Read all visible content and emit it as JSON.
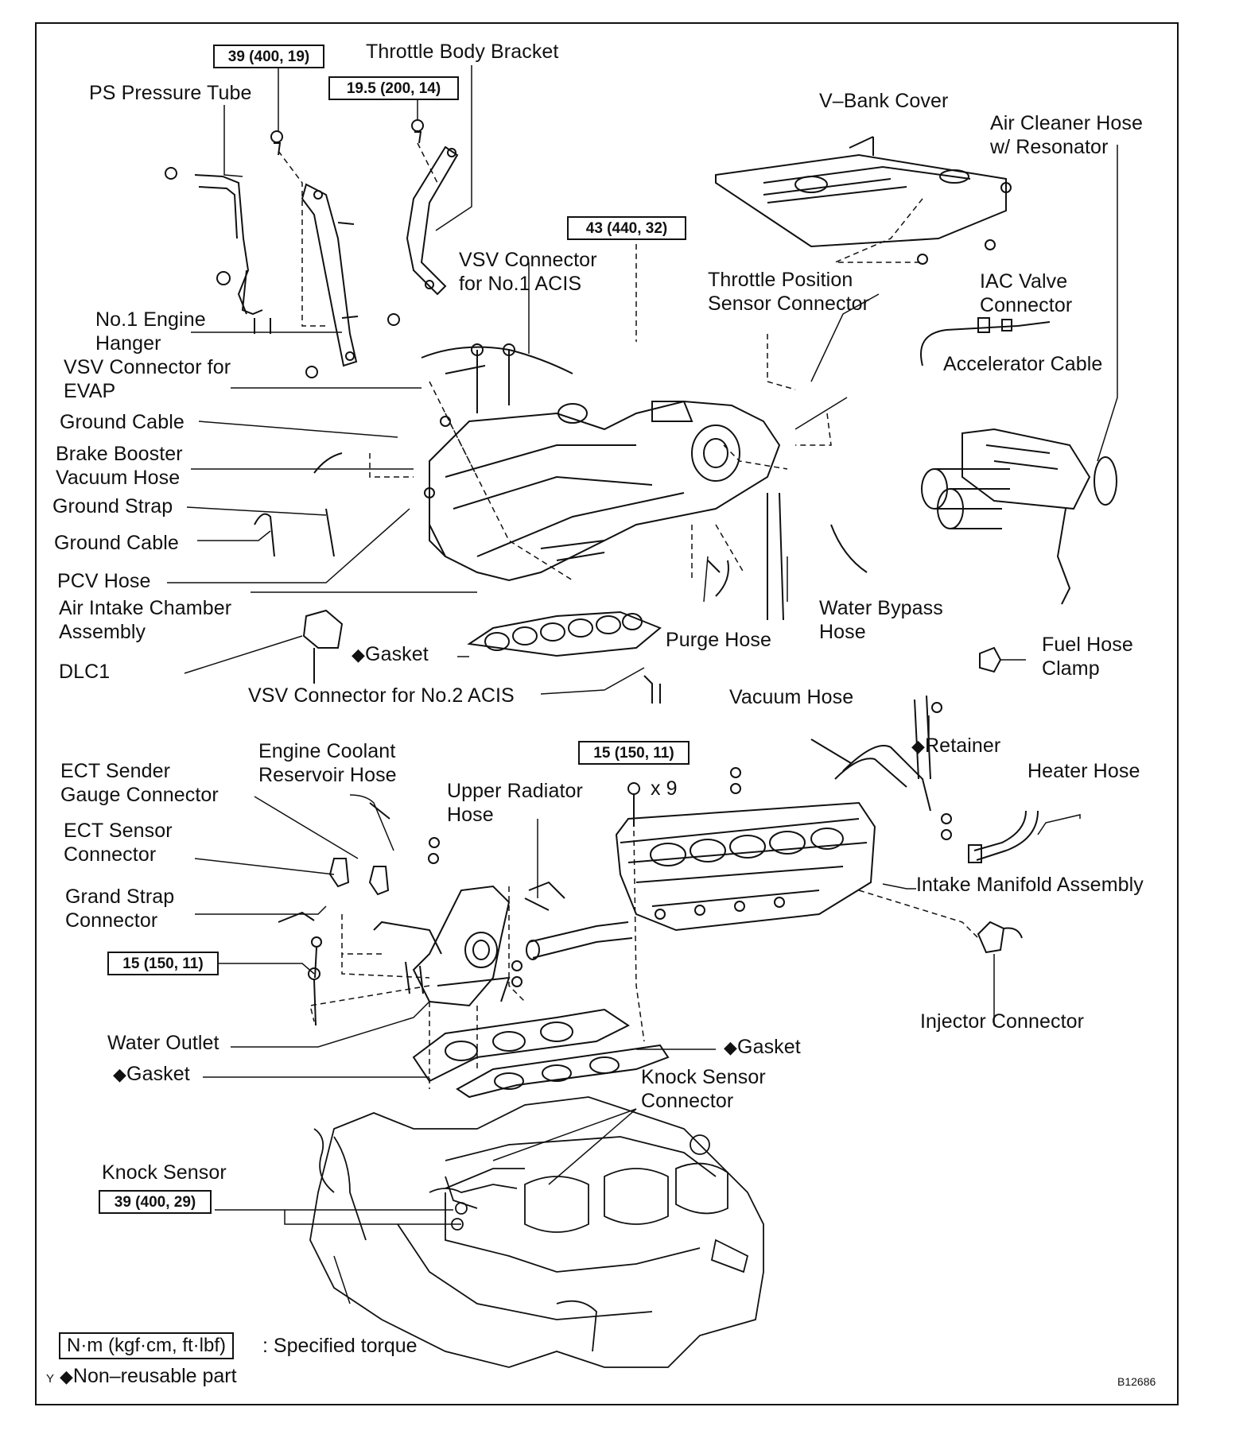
{
  "labels": {
    "ps_pressure_tube": "PS Pressure Tube",
    "throttle_body_bracket": "Throttle Body Bracket",
    "v_bank_cover": "V–Bank Cover",
    "air_cleaner_hose": "Air Cleaner Hose\nw/ Resonator",
    "vsv_acis1": "VSV Connector\nfor No.1 ACIS",
    "throttle_pos_sensor": "Throttle Position\nSensor Connector",
    "iac_valve": "IAC Valve\nConnector",
    "accelerator_cable": "Accelerator Cable",
    "engine_hanger": "No.1 Engine\nHanger",
    "vsv_evap": "VSV Connector for\nEVAP",
    "ground_cable_1": "Ground Cable",
    "brake_booster": "Brake Booster\nVacuum Hose",
    "ground_strap": "Ground Strap",
    "ground_cable_2": "Ground Cable",
    "pcv_hose": "PCV Hose",
    "air_intake_chamber": "Air Intake Chamber\nAssembly",
    "dlc1": "DLC1",
    "gasket_1": "Gasket",
    "purge_hose": "Purge Hose",
    "water_bypass": "Water Bypass\nHose",
    "fuel_hose_clamp": "Fuel Hose\nClamp",
    "vsv_acis2": "VSV Connector for No.2 ACIS",
    "vacuum_hose": "Vacuum Hose",
    "retainer": "Retainer",
    "heater_hose": "Heater Hose",
    "ect_sender": "ECT Sender\nGauge Connector",
    "coolant_reservoir": "Engine Coolant\nReservoir Hose",
    "upper_radiator": "Upper Radiator\nHose",
    "x9": "x 9",
    "ect_sensor": "ECT Sensor\nConnector",
    "grand_strap": "Grand Strap\nConnector",
    "intake_manifold": "Intake Manifold Assembly",
    "injector_connector": "Injector Connector",
    "water_outlet": "Water Outlet",
    "gasket_2": "Gasket",
    "gasket_3": "Gasket",
    "knock_sensor_connector": "Knock Sensor\nConnector",
    "knock_sensor": "Knock Sensor"
  },
  "diamond_symbol": "◆",
  "torque_boxes": {
    "t1": "39 (400, 19)",
    "t2": "19.5 (200, 14)",
    "t3": "43 (440, 32)",
    "t4": "15 (150, 11)",
    "t5": "15 (150, 11)",
    "t6": "39 (400, 29)"
  },
  "legend": {
    "torque_unit": "N·m (kgf·cm, ft·lbf)",
    "torque_text": ": Specified torque",
    "non_reusable": "Non–reusable part",
    "corner_mark": "Y"
  },
  "figure_ref": "B12686",
  "colors": {
    "ink": "#111111",
    "paper": "#ffffff"
  }
}
